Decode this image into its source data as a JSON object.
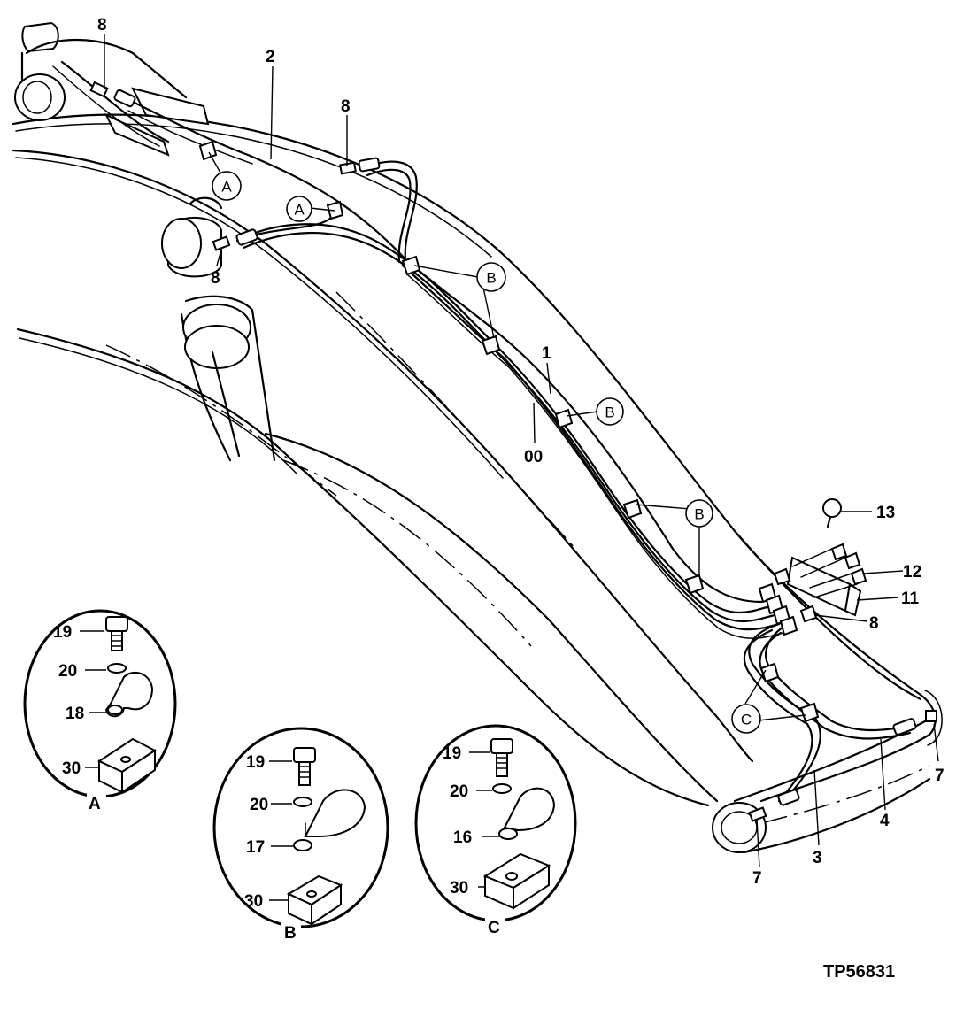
{
  "drawing_id": "TP56831",
  "callouts": {
    "c8_top": "8",
    "c2": "2",
    "c8_mid": "8",
    "c8_left": "8",
    "c1": "1",
    "c00": "00",
    "c13": "13",
    "c12": "12",
    "c11": "11",
    "c8_right": "8",
    "c7_right": "7",
    "c4": "4",
    "c3": "3",
    "c7_bottom": "7"
  },
  "clamp_markers": {
    "a": "A",
    "b": "B",
    "c": "C"
  },
  "detail_a": {
    "title": "A",
    "bolt": "19",
    "washer": "20",
    "clamp": "18",
    "block": "30"
  },
  "detail_b": {
    "title": "B",
    "bolt": "19",
    "washer": "20",
    "clamp": "17",
    "block": "30"
  },
  "detail_c": {
    "title": "C",
    "bolt": "19",
    "washer": "20",
    "clamp": "16",
    "block": "30"
  }
}
